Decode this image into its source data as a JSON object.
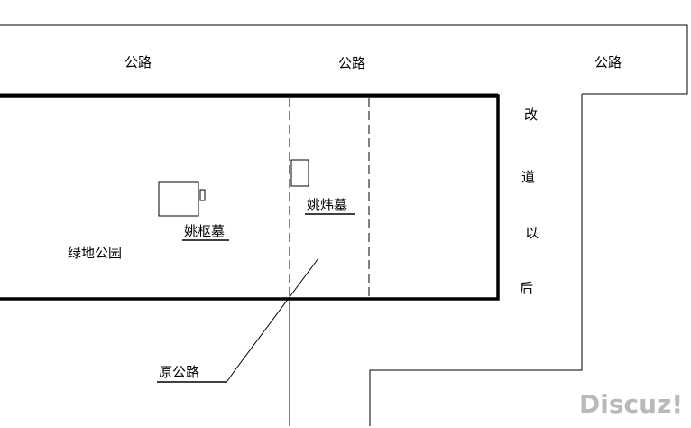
{
  "labels": {
    "road_left": "公路",
    "road_center": "公路",
    "road_right": "公路",
    "reroute": [
      "改",
      "道",
      "以",
      "后"
    ],
    "tomb_yao_shu": "姚枢墓",
    "tomb_yao_wei": "姚炜墓",
    "green_park": "绿地公园",
    "old_road": "原公路"
  },
  "watermark": "Discuz!",
  "colors": {
    "line": "#000000",
    "watermark": "#b9b9b9",
    "background": "#ffffff"
  }
}
